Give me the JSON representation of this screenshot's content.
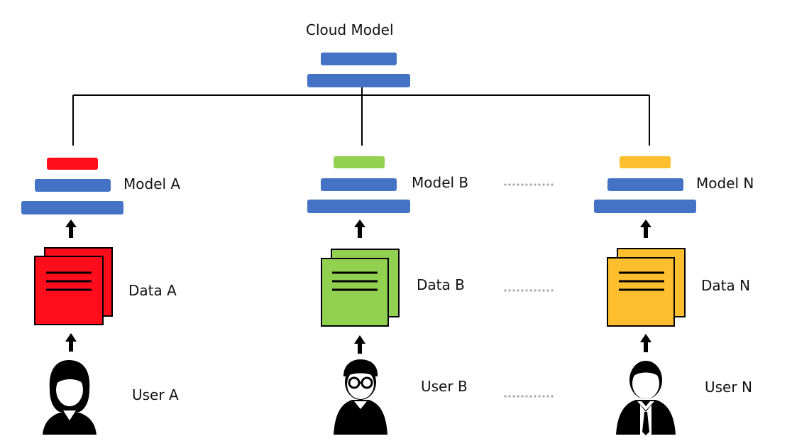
{
  "cloud": {
    "label": "Cloud Model",
    "bar_color": "#4472C4"
  },
  "columns": [
    {
      "model_label": "Model A",
      "data_label": "Data A",
      "user_label": "User A",
      "accent": "#FF0D1A",
      "user_icon": "user-female-icon"
    },
    {
      "model_label": "Model B",
      "data_label": "Data B",
      "user_label": "User B",
      "accent": "#92D050",
      "user_icon": "user-glasses-icon"
    },
    {
      "model_label": "Model N",
      "data_label": "Data N",
      "user_label": "User N",
      "accent": "#FDBF2D",
      "user_icon": "user-tie-icon"
    }
  ],
  "ellipsis": "......."
}
